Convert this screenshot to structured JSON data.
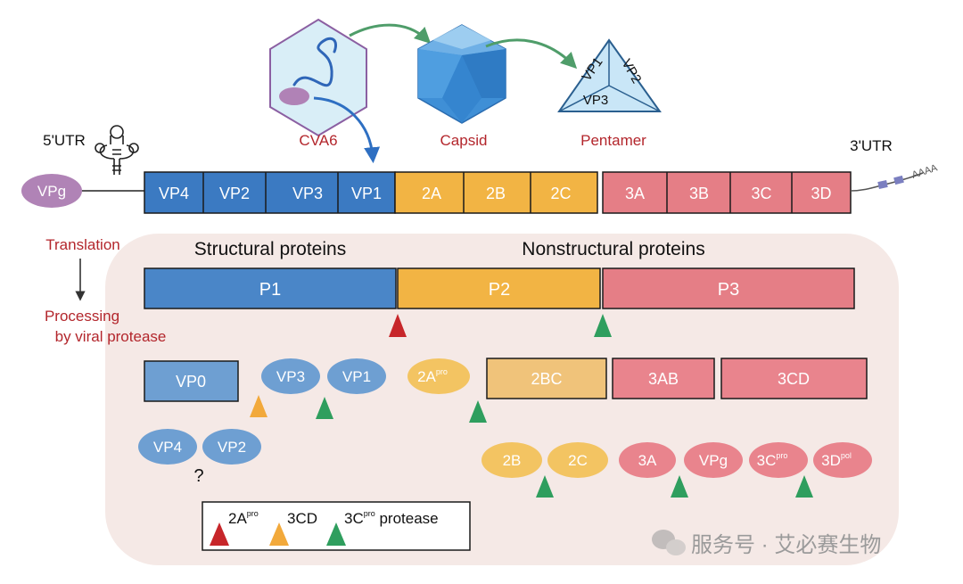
{
  "colors": {
    "structural": "#3b7ac2",
    "structural_dark": "#1f4f8f",
    "p1": "#4a86c8",
    "nonstructural": "#f2b444",
    "p3": "#e57e86",
    "vp_light": "#6e9fd2",
    "yellow_light": "#f3c462",
    "pink_light": "#e9848d",
    "bg_panel": "#f5e9e6",
    "red_text": "#b3262c",
    "tri_red": "#c7262a",
    "tri_orange": "#f2a93b",
    "tri_green": "#2f9e5e",
    "arrow_green": "#4f9d6a",
    "arrow_blue": "#2e6fc2",
    "capsid_blue": "#3f8fd6",
    "vpg_purple": "#b083b6"
  },
  "top": {
    "virus_label": "CVA6",
    "capsid_label": "Capsid",
    "pentamer_label": "Pentamer",
    "pentamer_parts": [
      "VP1",
      "VP2",
      "VP3"
    ]
  },
  "genome": {
    "utr5": "5'UTR",
    "utr3": "3'UTR",
    "vpg": "VPg",
    "polya": "AAAA",
    "p1_segments": [
      "VP4",
      "VP2",
      "VP3",
      "VP1"
    ],
    "p2_segments": [
      "2A",
      "2B",
      "2C"
    ],
    "p3_segments": [
      "3A",
      "3B",
      "3C",
      "3D"
    ]
  },
  "steps": {
    "translation": "Translation",
    "processing_line1": "Processing",
    "processing_line2": "by viral protease"
  },
  "polyprotein": {
    "structural_title": "Structural proteins",
    "nonstructural_title": "Nonstructural proteins",
    "p1": "P1",
    "p2": "P2",
    "p3": "P3"
  },
  "intermediates": {
    "vp0": "VP0",
    "vp3": "VP3",
    "vp1": "VP1",
    "a2pro_main": "2A",
    "a2pro_sup": "pro",
    "bc2": "2BC",
    "ab3": "3AB",
    "cd3": "3CD"
  },
  "finals": {
    "vp4": "VP4",
    "vp2": "VP2",
    "question": "?",
    "b2": "2B",
    "c2": "2C",
    "a3": "3A",
    "vpg": "VPg",
    "c3_main": "3C",
    "c3_sup": "pro",
    "d3_main": "3D",
    "d3_sup": "pol"
  },
  "legend": {
    "item1_main": "2A",
    "item1_sup": "pro",
    "item2": "3CD",
    "item3_main": "3C",
    "item3_sup": "pro",
    "item3_suffix": " protease"
  },
  "watermark": {
    "text": "服务号 · 艾必赛生物"
  }
}
